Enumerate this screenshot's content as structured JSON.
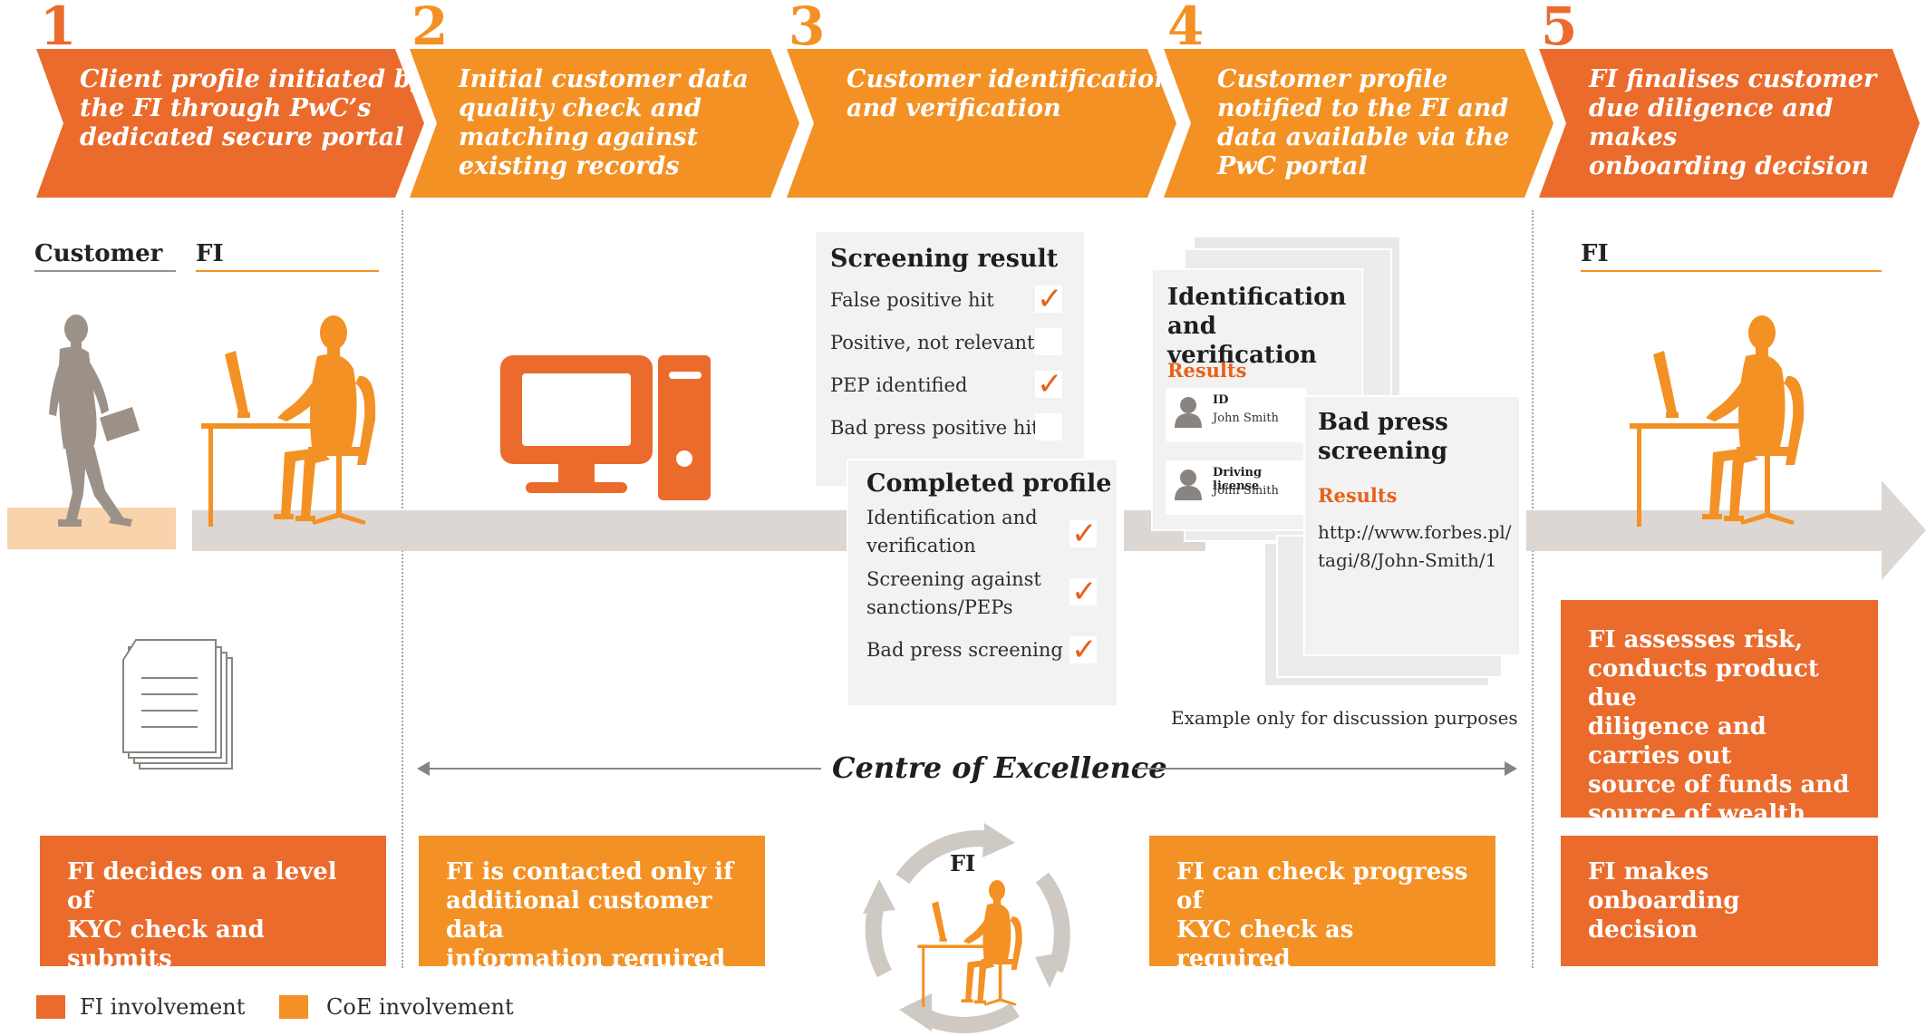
{
  "colors": {
    "fi_orange": "#ea6b2c",
    "coe_orange": "#f39124",
    "track": "#dcd7d3",
    "card": "#f2f2f2",
    "person_grey": "#9b9188",
    "tick": "#e8611a"
  },
  "steps": [
    {
      "number": "1",
      "text": "Client profile initiated by\nthe FI through PwC’s\ndedicated secure portal"
    },
    {
      "number": "2",
      "text": "Initial customer data\nquality check and\nmatching against\nexisting records"
    },
    {
      "number": "3",
      "text": "Customer identification\nand verification"
    },
    {
      "number": "4",
      "text": "Customer profile\nnotified to the FI and\ndata available via the\nPwC portal"
    },
    {
      "number": "5",
      "text": "FI finalises customer\ndue diligence and makes\nonboarding decision"
    }
  ],
  "roles": {
    "customer": "Customer",
    "fi_left": "FI",
    "fi_right": "FI",
    "fi_cycle": "FI"
  },
  "screening": {
    "title": "Screening result",
    "rows": [
      {
        "label": "False positive hit",
        "checked": true
      },
      {
        "label": "Positive, not relevant",
        "checked": false
      },
      {
        "label": "PEP identified",
        "checked": true
      },
      {
        "label": "Bad press positive hit",
        "checked": false
      }
    ]
  },
  "completed": {
    "title": "Completed profile",
    "rows": [
      {
        "label": "Identification and\nverification",
        "checked": true
      },
      {
        "label": "Screening against\nsanctions/PEPs",
        "checked": true
      },
      {
        "label": "Bad press screening",
        "checked": true
      }
    ]
  },
  "idv": {
    "title": "Identification\nand verification",
    "results_label": "Results",
    "items": [
      {
        "type": "ID",
        "name": "John Smith"
      },
      {
        "type": "Driving license",
        "name": "John Smith"
      }
    ]
  },
  "badpress": {
    "title": "Bad press\nscreening",
    "results_label": "Results",
    "url": "http://www.forbes.pl/\ntagi/8/John-Smith/1"
  },
  "example_note": "Example only for discussion purposes",
  "coe_label": "Centre of Excellence",
  "bottom": {
    "box1": "FI decides on a level of\nKYC check and submits\nrequired customer data",
    "box2": "FI is contacted only if\nadditional customer data\ninformation required",
    "box3": "FI can check progress of\nKYC check as required",
    "box4": "FI makes onboarding\ndecision"
  },
  "right_box": "FI assesses risk,\nconducts product due\ndiligence and carries out\nsource of funds and\nsource of wealth checks\nas necessary",
  "legend": {
    "fi": "FI involvement",
    "coe": "CoE involvement"
  },
  "icons": [
    "walking-businessman-icon",
    "seated-worker-icon",
    "desktop-computer-icon",
    "documents-icon",
    "person-avatar-icon",
    "checkmark-icon",
    "cycle-arrows-icon"
  ]
}
